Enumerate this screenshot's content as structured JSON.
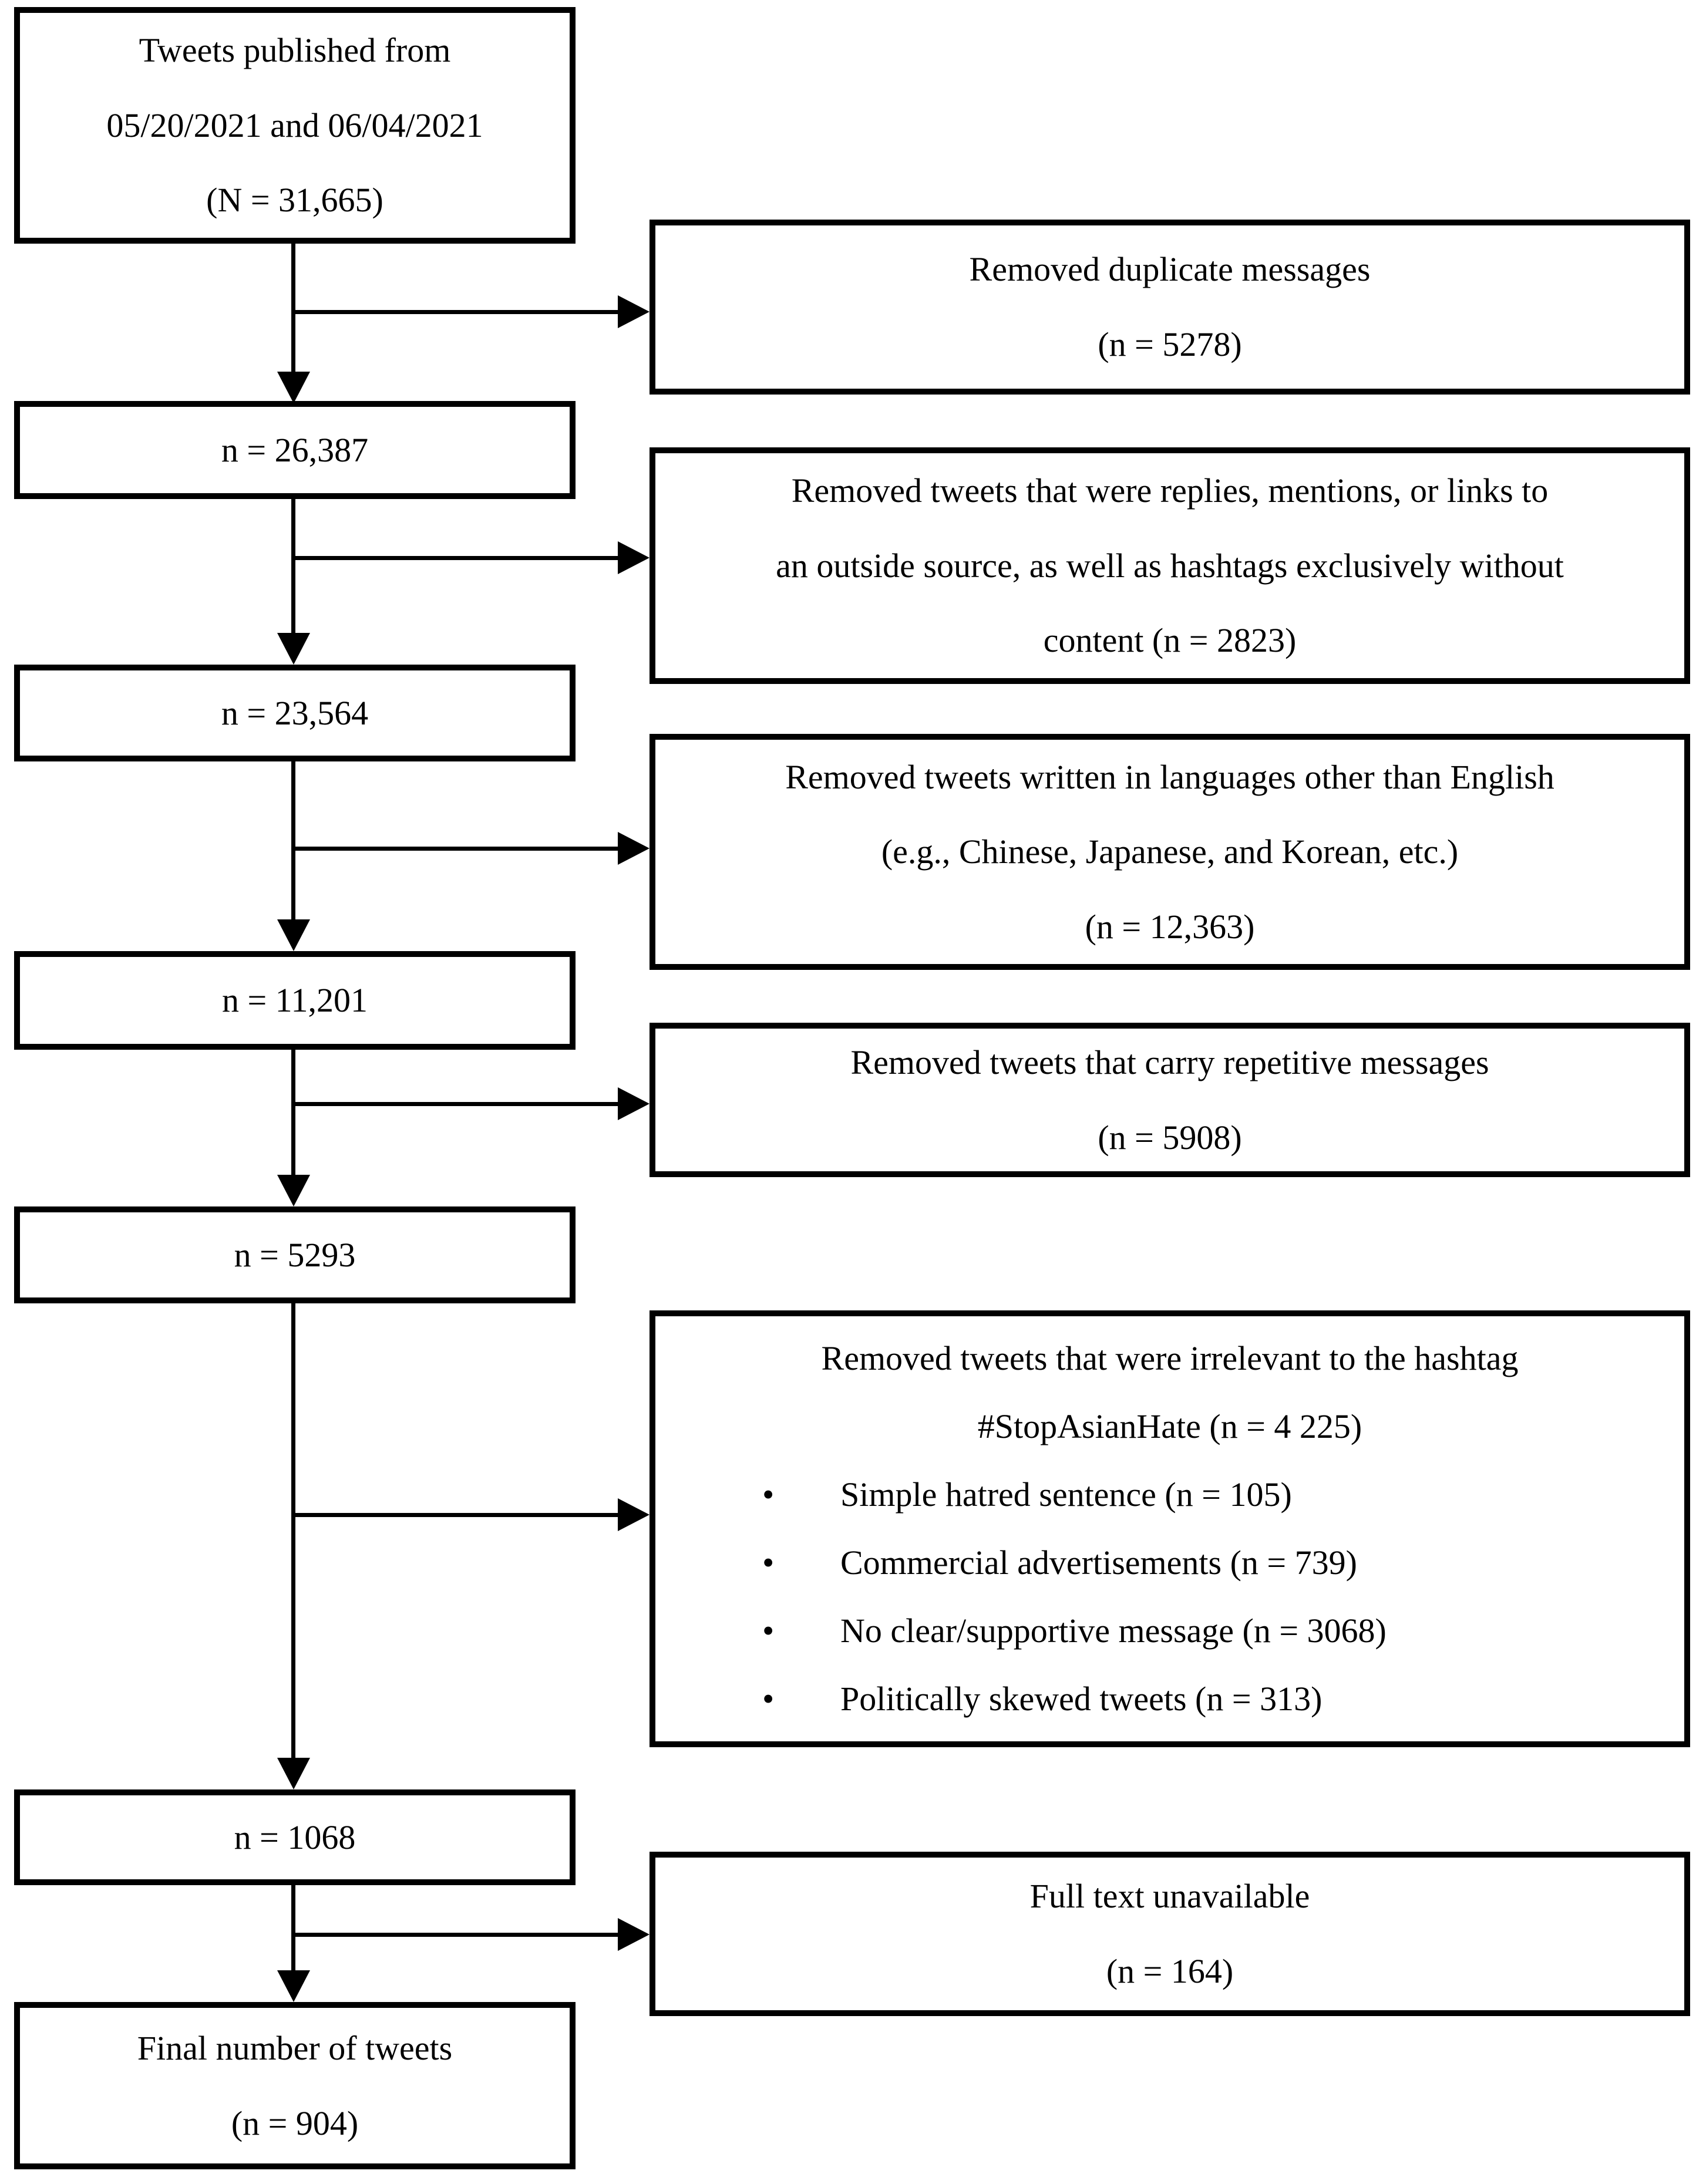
{
  "flow": {
    "boxes": {
      "start": {
        "lines": [
          "Tweets published from",
          "05/20/2021 and 06/04/2021",
          "(N = 31,665)"
        ]
      },
      "after_duplicates": {
        "label": "n = 26,387"
      },
      "after_replies": {
        "label": "n = 23,564"
      },
      "after_language": {
        "label": "n = 11,201"
      },
      "after_repetitive": {
        "label": "n = 5293"
      },
      "after_irrelevant": {
        "label": "n = 1068"
      },
      "final": {
        "lines": [
          "Final number of tweets",
          "(n = 904)"
        ]
      }
    },
    "exclusions": {
      "duplicates": {
        "lines": [
          "Removed duplicate messages",
          "(n = 5278)"
        ]
      },
      "replies": {
        "lines": [
          "Removed tweets that were replies, mentions, or links to",
          "an outside source, as well as hashtags exclusively without",
          "content (n = 2823)"
        ]
      },
      "language": {
        "lines": [
          "Removed tweets written in languages other than English",
          "(e.g., Chinese, Japanese, and Korean, etc.)",
          "(n = 12,363)"
        ]
      },
      "repetitive": {
        "lines": [
          "Removed tweets that carry repetitive messages",
          "(n = 5908)"
        ]
      },
      "irrelevant": {
        "heading": [
          "Removed tweets that were irrelevant to the hashtag",
          "#StopAsianHate (n = 4 225)"
        ],
        "bullets": [
          "Simple hatred sentence (n = 105)",
          "Commercial advertisements (n = 739)",
          "No clear/supportive message (n = 3068)",
          "Politically skewed tweets (n = 313)"
        ]
      },
      "unavailable": {
        "lines": [
          "Full text unavailable",
          "(n = 164)"
        ]
      }
    },
    "colors": {
      "ink": "#000000",
      "background": "#ffffff"
    }
  }
}
